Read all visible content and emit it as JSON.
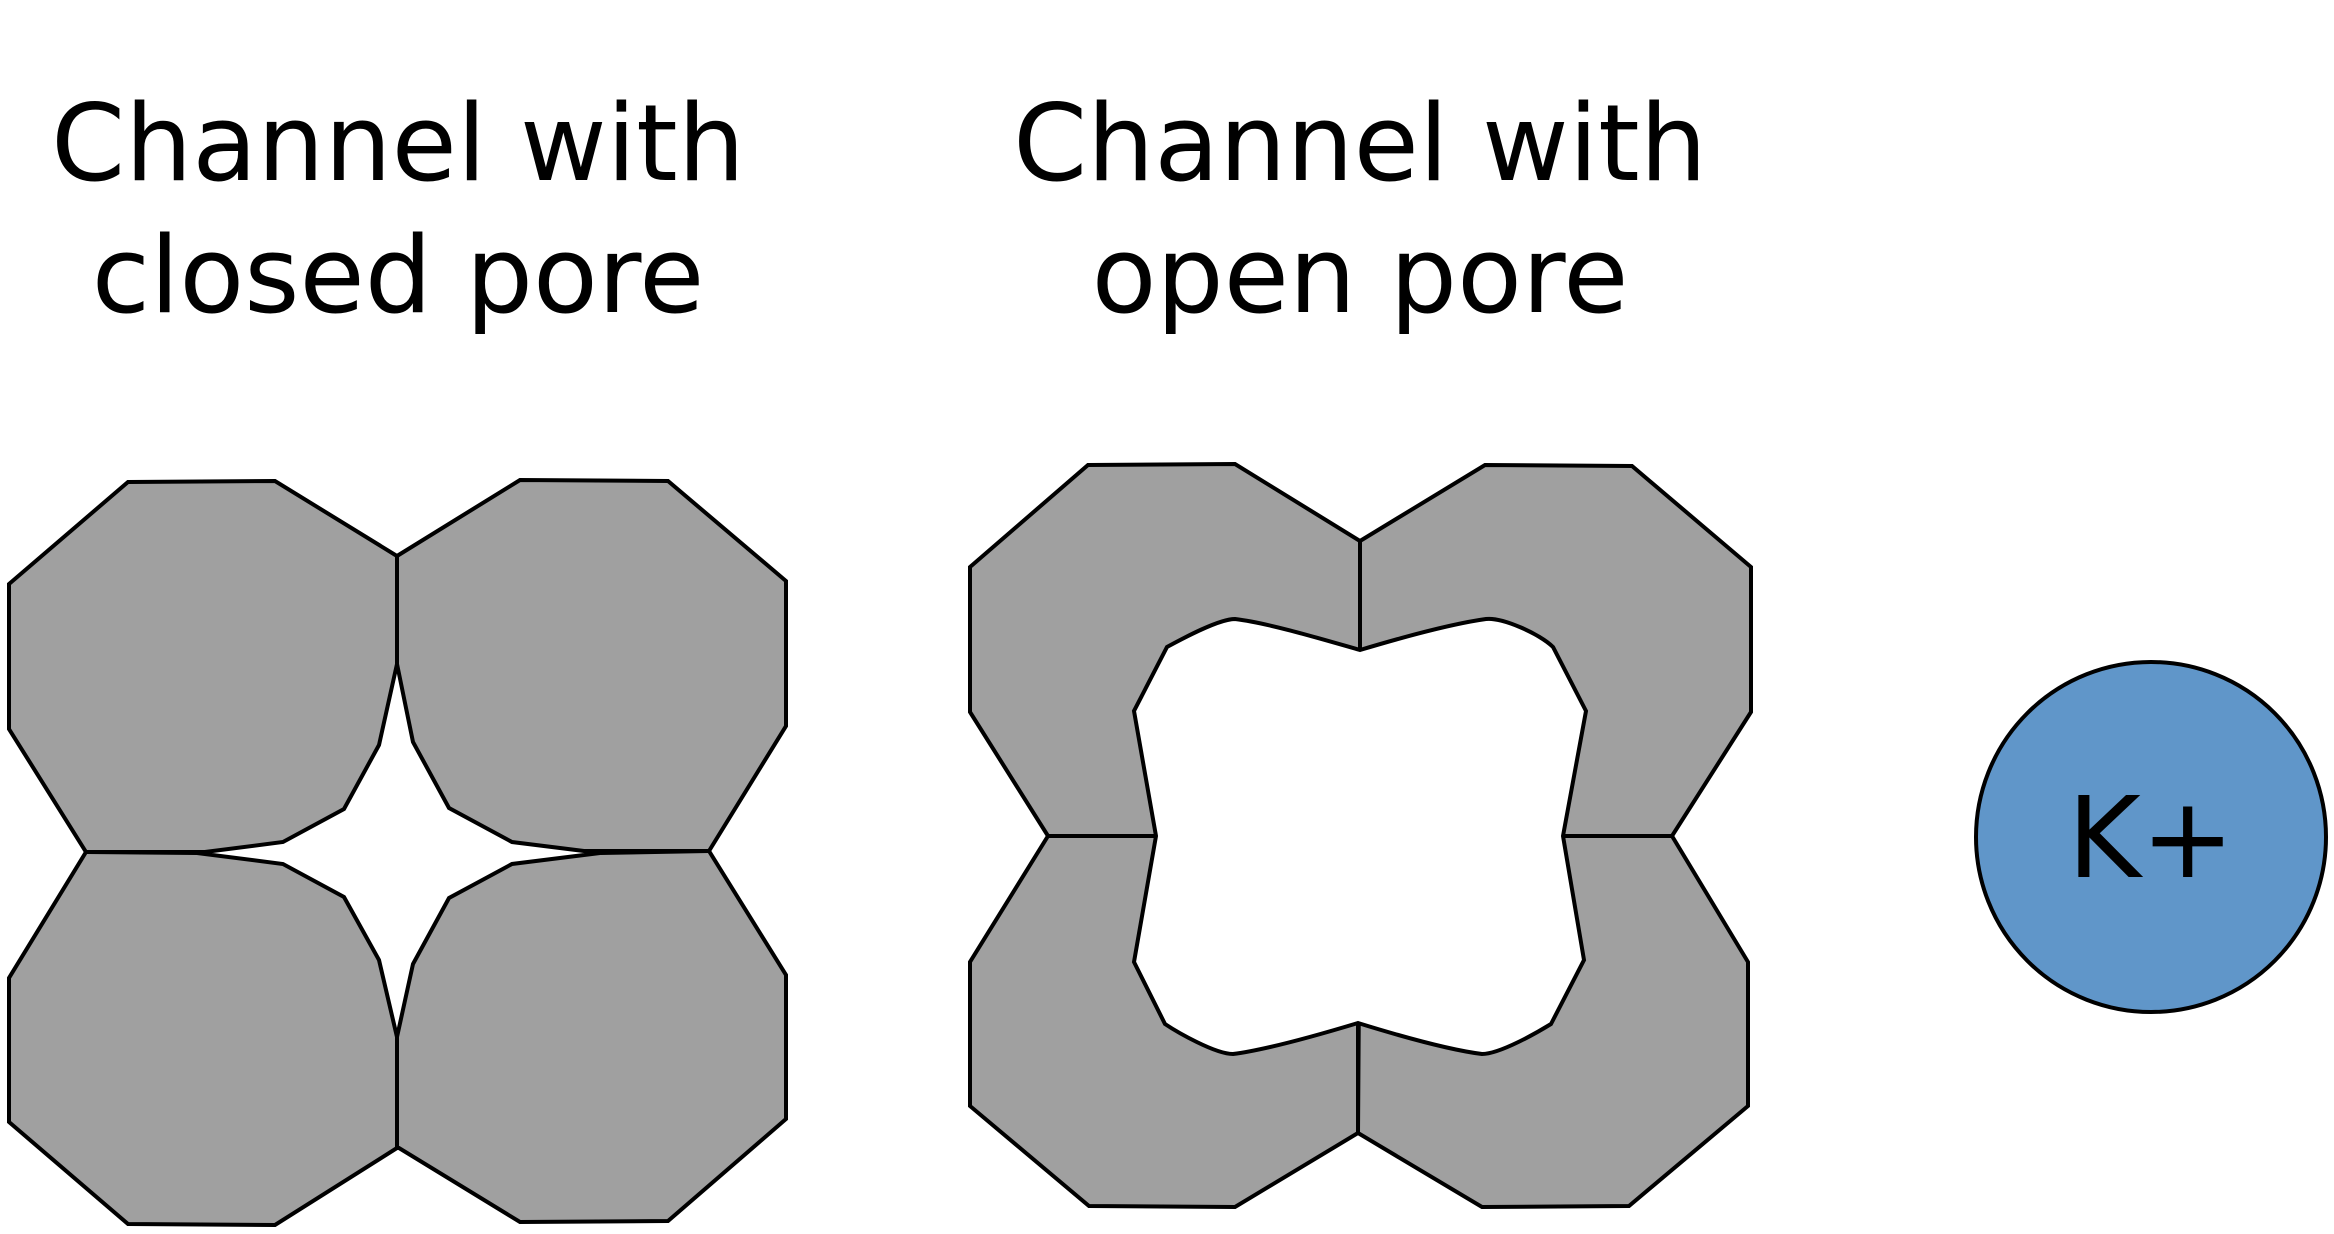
{
  "panels": [
    {
      "id": "closed",
      "title_line1": "Channel with",
      "title_line2": "closed pore"
    },
    {
      "id": "open",
      "title_line1": "Channel with",
      "title_line2": "open pore"
    }
  ],
  "ion": {
    "label": "K+"
  },
  "colors": {
    "subunit_fill": "#a0a0a0",
    "outline": "#000000",
    "pore_fill": "#ffffff",
    "ion_fill": "#6096c9",
    "background": "#ffffff"
  }
}
